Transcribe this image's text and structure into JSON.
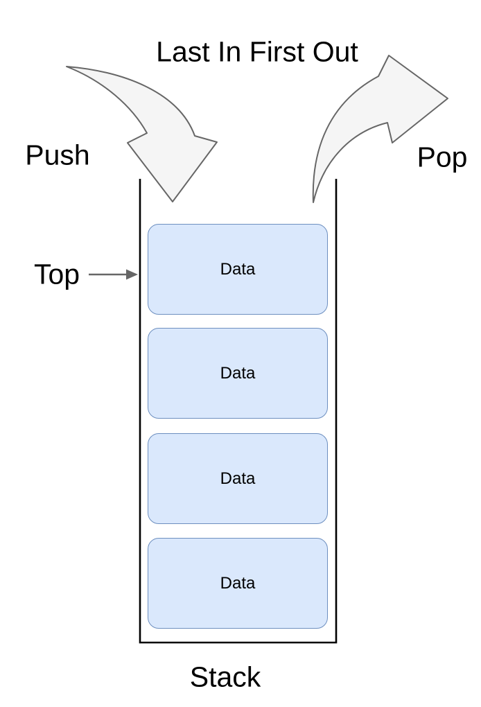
{
  "title": "Last In First Out",
  "labels": {
    "push": "Push",
    "pop": "Pop",
    "top": "Top",
    "stack": "Stack"
  },
  "stack": {
    "items": [
      {
        "label": "Data"
      },
      {
        "label": "Data"
      },
      {
        "label": "Data"
      },
      {
        "label": "Data"
      }
    ]
  },
  "icons": {
    "push_arrow": "curved-arrow-down-into-stack",
    "pop_arrow": "curved-arrow-up-out-of-stack",
    "top_pointer": "right-arrow"
  },
  "colors": {
    "background": "#ffffff",
    "text": "#000000",
    "box_fill": "#dae8fc",
    "box_border": "#6c8ebf",
    "arrow_fill": "#f5f5f5",
    "arrow_stroke": "#666666",
    "container_stroke": "#000000"
  }
}
